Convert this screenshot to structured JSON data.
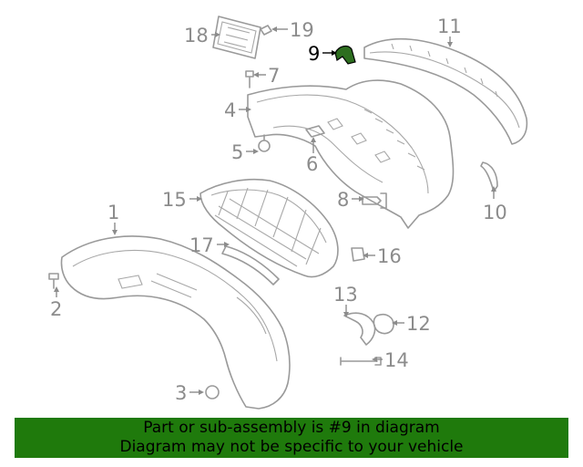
{
  "callouts": [
    "1",
    "2",
    "3",
    "4",
    "5",
    "6",
    "7",
    "8",
    "9",
    "10",
    "11",
    "12",
    "13",
    "14",
    "15",
    "16",
    "17",
    "18",
    "19"
  ],
  "highlight_callout": "9",
  "banner": {
    "line1": "Part or sub-assembly is #9 in diagram",
    "line2": "Diagram may not be specific to your vehicle"
  },
  "colors": {
    "banner_bg": "#1f7a0c",
    "line_art": "#9a9a9a",
    "highlight": "#000000",
    "part9_fill": "#2d6e1f"
  }
}
